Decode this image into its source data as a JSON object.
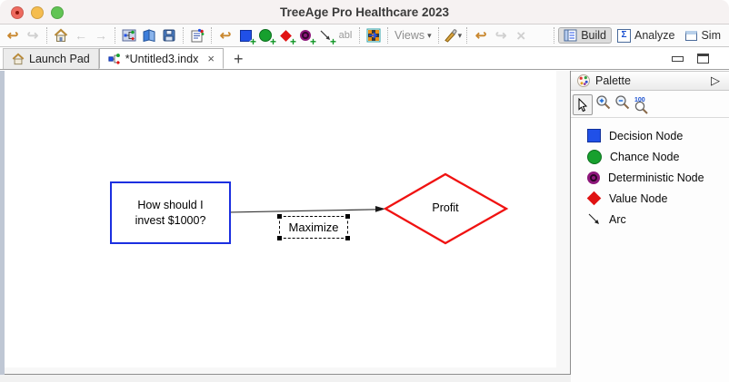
{
  "window": {
    "title": "TreeAge Pro Healthcare 2023"
  },
  "toolbar": {
    "views_label": "Views",
    "label_tool": "abl",
    "build_label": "Build",
    "analyze_label": "Analyze",
    "sim_label": "Sim",
    "sigma_glyph": "Σ"
  },
  "tabs": {
    "launch_pad": "Launch Pad",
    "untitled": "*Untitled3.indx"
  },
  "canvas": {
    "decision_line1": "How should I",
    "decision_line2": "invest $1000?",
    "branch_label": "Maximize",
    "value_label": "Profit"
  },
  "palette": {
    "title": "Palette",
    "zoom_level": "100",
    "items": [
      {
        "label": "Decision Node"
      },
      {
        "label": "Chance Node"
      },
      {
        "label": "Deterministic Node"
      },
      {
        "label": "Value Node"
      },
      {
        "label": "Arc"
      }
    ]
  },
  "icons": {
    "undo": "↩",
    "redo": "↪",
    "back": "←",
    "forward": "→",
    "close": "×",
    "delete": "×",
    "new_tab": "+",
    "dropdown": "▾",
    "expand": "▷",
    "add_plus": "+"
  },
  "colors": {
    "decision_blue": "#1b2fe0",
    "value_red": "#f01211",
    "chance_green": "#17a02e",
    "deterministic_purple": "#8d177b"
  }
}
